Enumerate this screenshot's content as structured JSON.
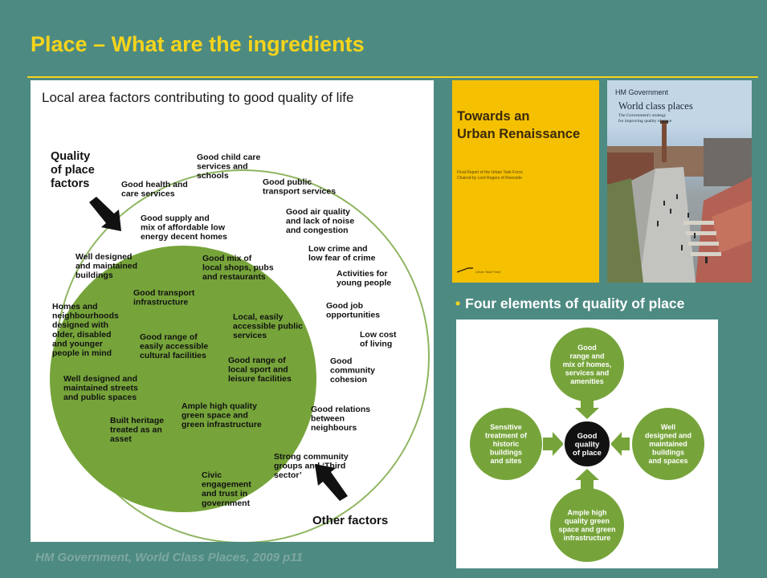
{
  "title": "Place – What are the ingredients",
  "left_panel": {
    "heading": "Local area factors contributing to good quality of life",
    "quality_label": [
      "Quality",
      "of place",
      "factors"
    ],
    "other_label": "Other factors",
    "inner_factors": [
      [
        "Good supply and",
        "mix of affordable low",
        "energy decent homes"
      ],
      [
        "Well designed",
        "and maintained",
        "buildings"
      ],
      [
        "Good mix of",
        "local shops, pubs",
        "and restaurants"
      ],
      [
        "Good transport",
        "infrastructure"
      ],
      [
        "Homes and",
        "neighbourhoods",
        "designed with",
        "older, disabled",
        "and younger",
        "people in mind"
      ],
      [
        "Good range of",
        "easily accessible",
        "cultural facilities"
      ],
      [
        "Local, easily",
        "accessible public",
        "services"
      ],
      [
        "Good range of",
        "local sport and",
        "leisure facilities"
      ],
      [
        "Well designed and",
        "maintained streets",
        "and public spaces"
      ],
      [
        "Ample high quality",
        "green space and",
        "green infrastructure"
      ],
      [
        "Built heritage",
        "treated as an",
        "asset"
      ]
    ],
    "outer_factors": [
      [
        "Good health and",
        "care services"
      ],
      [
        "Good child care",
        "services and",
        "schools"
      ],
      [
        "Good public",
        "transport services"
      ],
      [
        "Good air quality",
        "and lack of noise",
        "and congestion"
      ],
      [
        "Low crime and",
        "low fear of crime"
      ],
      [
        "Activities for",
        "young people"
      ],
      [
        "Good job",
        "opportunities"
      ],
      [
        "Low cost",
        "of living"
      ],
      [
        "Good",
        "community",
        "cohesion"
      ],
      [
        "Good relations",
        "between",
        "neighbours"
      ],
      [
        "Strong community",
        "groups and ‘Third",
        "sector’"
      ],
      [
        "Civic",
        "engagement",
        "and trust in",
        "government"
      ]
    ]
  },
  "cover1": {
    "title_lines": [
      "Towards an",
      "Urban Renaissance"
    ],
    "small_lines": [
      "Final Report of the Urban Task Force",
      "Chaired by Lord Rogers of Riverside"
    ],
    "logo_text": "Urban Task Force"
  },
  "cover2": {
    "brand": "HM Government",
    "title": "World class places",
    "subtitle_lines": [
      "The Government's strategy",
      "for improving quality of place"
    ]
  },
  "bullet": "Four elements of quality of place",
  "elements": {
    "center": [
      "Good",
      "quality",
      "of place"
    ],
    "top": [
      "Good",
      "range and",
      "mix of homes,",
      "services and",
      "amenities"
    ],
    "right": [
      "Well",
      "designed and",
      "maintained",
      "buildings",
      "and spaces"
    ],
    "bottom": [
      "Ample high",
      "quality green",
      "space and green",
      "infrastructure"
    ],
    "left": [
      "Sensitive",
      "treatment of",
      "historic",
      "buildings",
      "and sites"
    ]
  },
  "citation": "HM Government, World Class Places, 2009 p11",
  "colors": {
    "background": "#4d8a82",
    "title": "#f5d41c",
    "green": "#76a43a",
    "circle_outline": "#8fb661",
    "cover_yellow": "#f5c000",
    "citation": "#7ea8a2"
  }
}
